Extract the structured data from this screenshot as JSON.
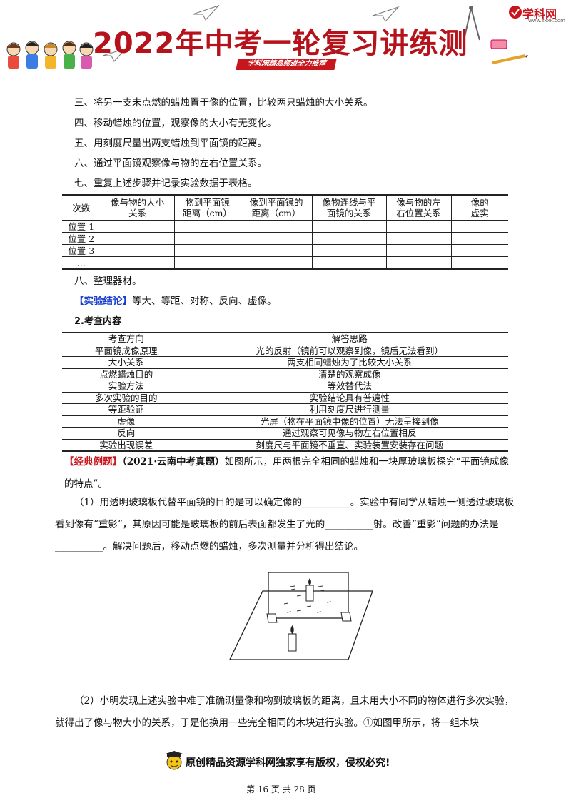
{
  "header": {
    "title": "2022年中考一轮复习讲练测",
    "ribbon": "学科网精品频道全力推荐",
    "logo": "学科网",
    "logo_url": "www.zxxk.com"
  },
  "steps": [
    "三、将另一支未点燃的蜡烛置于像的位置，比较两只蜡烛的大小关系。",
    "四、移动蜡烛的位置，观察像的大小有无变化。",
    "五、用刻度尺量出两支蜡烛到平面镜的距离。",
    "六、通过平面镜观察像与物的左右位置关系。",
    "七、重复上述步骤并记录实验数据于表格。"
  ],
  "table1": {
    "headers": [
      "次数",
      "像与物的大小关系",
      "物到平面镜距离（cm）",
      "像到平面镜的距离（cm）",
      "像物连线与平面镜的关系",
      "像与物的左右位置关系",
      "像的虚实"
    ],
    "header_lines": [
      [
        "次数"
      ],
      [
        "像与物的大小",
        "关系"
      ],
      [
        "物到平面镜",
        "距离（cm）"
      ],
      [
        "像到平面镜的",
        "距离（cm）"
      ],
      [
        "像物连线与平",
        "面镜的关系"
      ],
      [
        "像与物的左",
        "右位置关系"
      ],
      [
        "像的",
        "虚实"
      ]
    ],
    "rows": [
      "位置 1",
      "位置 2",
      "位置 3",
      "…"
    ]
  },
  "step8": "八、整理器材。",
  "conclusion": {
    "label": "【实验结论】",
    "text": "等大、等距、对称、反向、虚像。"
  },
  "section2": "2.考查内容",
  "table2": {
    "headers": [
      "考查方向",
      "解答思路"
    ],
    "rows": [
      [
        "平面镜成像原理",
        "光的反射（镜前可以观察到像，镜后无法看到）"
      ],
      [
        "大小关系",
        "两支相同蜡烛为了比较大小关系"
      ],
      [
        "点燃蜡烛目的",
        "清楚的观察成像"
      ],
      [
        "实验方法",
        "等效替代法"
      ],
      [
        "多次实验的目的",
        "实验结论具有普遍性"
      ],
      [
        "等距验证",
        "利用刻度尺进行测量"
      ],
      [
        "虚像",
        "光屏（物在平面镜中像的位置）无法呈接到像"
      ],
      [
        "反向",
        "通过观察可见像与物左右位置相反"
      ],
      [
        "实验出现误差",
        "刻度尺与平面镜不垂直、实验装置安装存在问题"
      ]
    ]
  },
  "example": {
    "label": "【经典例题】",
    "source": "（2021·云南中考真题）",
    "text": "如图所示，用两根完全相同的蜡烛和一块厚玻璃板探究“平面镜成像的特点”。"
  },
  "q1": "（1）用透明玻璃板代替平面镜的目的是可以确定像的__________。实验中有同学从蜡烛一侧透过玻璃板看到像有“重影”，其原因可能是玻璃板的前后表面都发生了光的__________射。改善“重影”问题的办法是__________。解决问题后，移动点燃的蜡烛，多次测量并分析得出结论。",
  "q2": "（2）小明发现上述实验中难于准确测量像和物到玻璃板的距离，且未用大小不同的物体进行多次实验，就得出了像与物大小的关系，于是他换用一些完全相同的木块进行实验。①如图甲所示，将一组木块",
  "footer": {
    "copyright": "原创精品资源学科网独家享有版权，侵权必究!",
    "page": "第 16 页 共 28 页"
  }
}
